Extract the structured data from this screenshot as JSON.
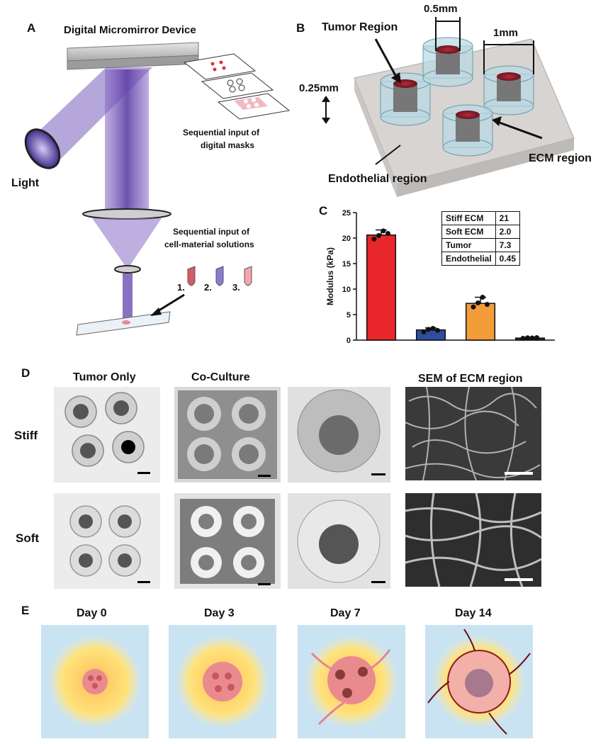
{
  "panels": {
    "a": {
      "label": "A",
      "dmd_label": "Digital Micromirror Device",
      "light_label": "Light",
      "masks_label_1": "Sequential input of",
      "masks_label_2": "digital masks",
      "solutions_label_1": "Sequential input of",
      "solutions_label_2": "cell-material solutions",
      "tubes": [
        "1.",
        "2.",
        "3."
      ]
    },
    "b": {
      "label": "B",
      "tumor_region": "Tumor Region",
      "dim_05": "0.5mm",
      "dim_1": "1mm",
      "dim_025": "0.25mm",
      "ecm_region": "ECM region",
      "endothelial_region": "Endothelial region"
    },
    "c": {
      "label": "C",
      "table": [
        {
          "name": "Stiff ECM",
          "value": "21"
        },
        {
          "name": "Soft ECM",
          "value": "2.0"
        },
        {
          "name": "Tumor",
          "value": "7.3"
        },
        {
          "name": "Endothelial",
          "value": "0.45"
        }
      ]
    },
    "d": {
      "label": "D",
      "col_tumor_only": "Tumor Only",
      "col_coculture": "Co-Culture",
      "col_sem": "SEM of ECM region",
      "row_stiff": "Stiff",
      "row_soft": "Soft"
    },
    "e": {
      "label": "E",
      "days": [
        "Day 0",
        "Day 3",
        "Day 7",
        "Day 14"
      ]
    }
  },
  "chart_data": {
    "type": "bar",
    "ylabel": "Modulus (kPa)",
    "ylim": [
      0,
      25
    ],
    "yticks": [
      "0",
      "5",
      "10",
      "15",
      "20",
      "25"
    ],
    "categories": [
      "Stiff ECM",
      "Soft ECM",
      "Tumor",
      "Endothelial"
    ],
    "values": [
      20.6,
      2.0,
      7.2,
      0.4
    ],
    "errors": [
      1.0,
      0.4,
      1.2,
      0.1
    ],
    "colors": [
      "#e8262b",
      "#2f4d9e",
      "#f39c3a",
      "#1c2b6b"
    ],
    "points": [
      [
        19.8,
        20.5,
        21.4,
        20.9
      ],
      [
        1.6,
        2.1,
        2.3,
        1.9
      ],
      [
        6.5,
        7.3,
        8.4,
        7.0
      ],
      [
        0.35,
        0.45,
        0.42,
        0.48
      ]
    ]
  }
}
